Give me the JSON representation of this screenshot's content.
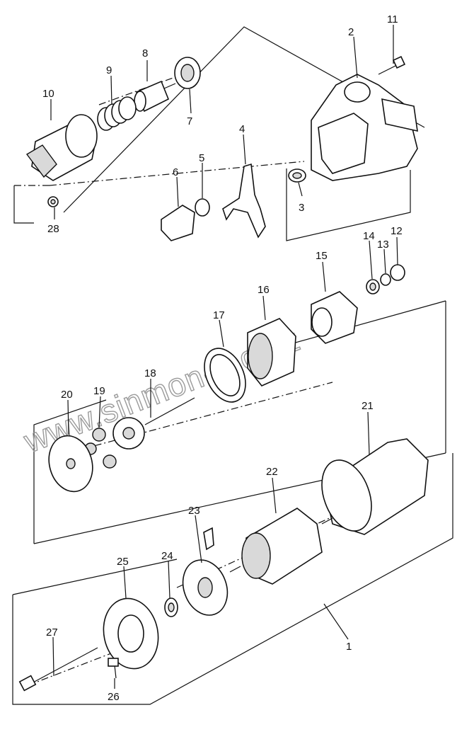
{
  "diagram": {
    "watermark": "www.sinmon-too.kz",
    "part_labels": [
      "1",
      "2",
      "3",
      "4",
      "5",
      "6",
      "7",
      "8",
      "9",
      "10",
      "11",
      "12",
      "13",
      "14",
      "15",
      "16",
      "17",
      "18",
      "19",
      "20",
      "21",
      "22",
      "23",
      "24",
      "25",
      "26",
      "27",
      "28"
    ]
  }
}
